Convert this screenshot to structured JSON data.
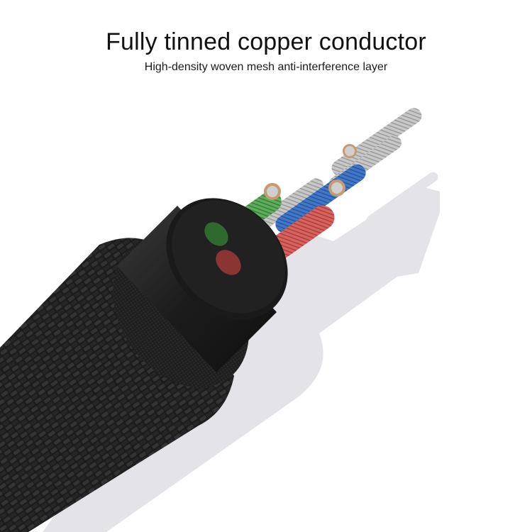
{
  "headline": "Fully tinned copper conductor",
  "subline": "High-density woven mesh anti-interference layer",
  "product": {
    "name": "braided-cable-cross-section",
    "jacket_color": "#1e1e1e",
    "insulator_color": "#232323",
    "wires": [
      {
        "name": "green-wire",
        "color": "#5cae5a"
      },
      {
        "name": "blue-wire",
        "color": "#3f78c8"
      },
      {
        "name": "red-wire",
        "color": "#d8625e"
      }
    ],
    "conductor_color": "#c8c8c8",
    "shield_color": "#c79a72",
    "shadow_color": "#e4e4e8"
  }
}
